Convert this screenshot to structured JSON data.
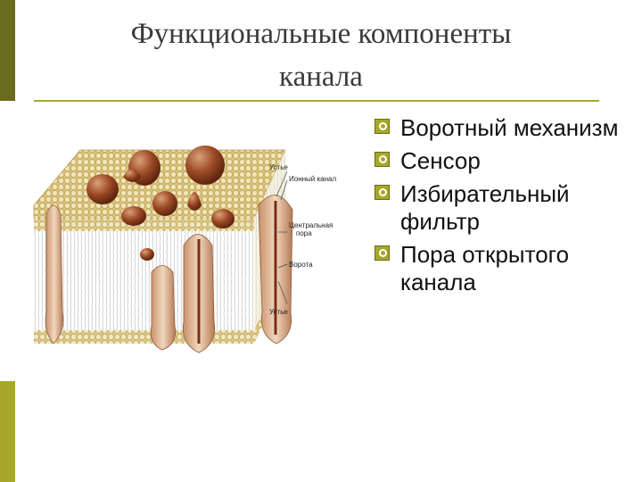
{
  "slide": {
    "title_line1": "Функциональные компоненты",
    "title_line2": "канала"
  },
  "diagram": {
    "labels": {
      "mouth_top": "Устье",
      "ion_channel": "Ионный канал",
      "central_pore_1": "Центральная",
      "central_pore_2": "пора",
      "gate": "Ворота",
      "mouth_bottom": "Устье"
    }
  },
  "bullets": [
    "Воротный механизм",
    "Сенсор",
    "Избирательный фильтр",
    "Пора открытого канала"
  ],
  "colors": {
    "accent": "#a7a72a",
    "accent_dark": "#6b6b1e",
    "membrane": "#e9d9a3",
    "protein": "#8b3a1c"
  }
}
